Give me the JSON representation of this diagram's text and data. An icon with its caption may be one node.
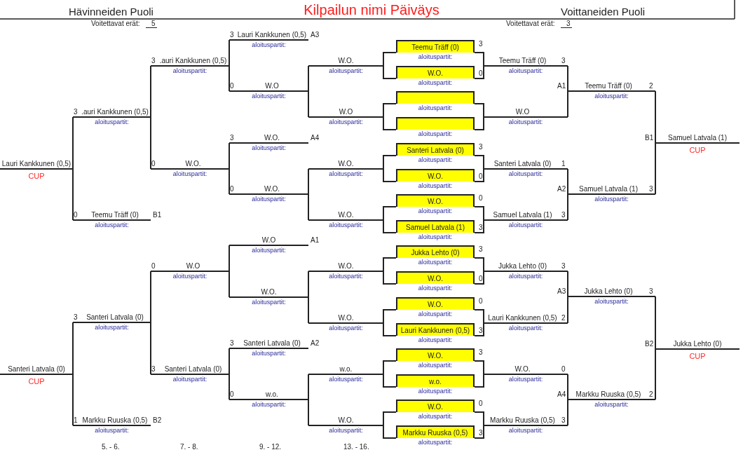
{
  "diagram": {
    "title": "Kilpailun nimi Päiväys",
    "nodes": [
      {
        "text": [
          "Lauri Kankkunen (0,5)",
          "CUP"
        ]
      },
      {
        "text": [
          "Santeri Latvala (0)",
          "CUP"
        ]
      },
      {
        "text": [
          ".auri Kankkunen (0,5)",
          "aloituspartit:"
        ],
        "beside": [
          "3"
        ]
      },
      {
        "text": [
          "Teemu Träff (0)",
          "aloituspartit:"
        ],
        "beside": [
          "0",
          "B1"
        ]
      },
      {
        "text": [
          "Santeri Latvala (0)",
          "aloituspartit:"
        ],
        "beside": [
          "3"
        ]
      },
      {
        "text": [
          "Markku Ruuska (0,5)",
          "aloituspartit:"
        ],
        "beside": [
          "1",
          "B2"
        ]
      },
      {
        "text": [
          ".auri Kankkunen (0,5)",
          "aloituspartit:"
        ],
        "beside": [
          "3"
        ]
      },
      {
        "text": [
          "W.O.",
          "aloituspartit:"
        ],
        "beside": [
          "0"
        ]
      },
      {
        "text": [
          "W.O",
          "aloituspartit:"
        ],
        "beside": [
          "0"
        ]
      },
      {
        "text": [
          "Santeri Latvala (0)",
          "aloituspartit:"
        ],
        "beside": [
          "3"
        ]
      },
      {
        "text": [
          "Lauri Kankkunen (0,5)",
          "aloituspartit:"
        ],
        "beside": [
          "3",
          "A3"
        ]
      },
      {
        "text": [
          "W.O",
          "aloituspartit:"
        ],
        "beside": [
          "0"
        ]
      },
      {
        "text": [
          "W.O.",
          "aloituspartit:"
        ],
        "beside": [
          "3",
          "A4"
        ]
      },
      {
        "text": [
          "W.O.",
          "aloituspartit:"
        ],
        "beside": [
          "0"
        ]
      },
      {
        "text": [
          "W.O",
          "aloituspartit:"
        ],
        "beside": [
          "A1"
        ]
      },
      {
        "text": [
          "W.O.",
          "aloituspartit:"
        ]
      },
      {
        "text": [
          "Santeri Latvala (0)",
          "aloituspartit:"
        ],
        "beside": [
          "3",
          "A2"
        ]
      },
      {
        "text": [
          "w.o.",
          "aloituspartit:"
        ],
        "beside": [
          "0"
        ]
      },
      {
        "text": [
          "W.O.",
          "aloituspartit:"
        ]
      },
      {
        "text": [
          "W.O",
          "aloituspartit:"
        ]
      },
      {
        "text": [
          "W.O.",
          "aloituspartit:"
        ]
      },
      {
        "text": [
          "W.O.",
          "aloituspartit:"
        ]
      },
      {
        "text": [
          "W.O.",
          "aloituspartit:"
        ]
      },
      {
        "text": [
          "W.O.",
          "aloituspartit:"
        ]
      },
      {
        "text": [
          "w.o.",
          "aloituspartit:"
        ]
      },
      {
        "text": [
          "W.O.",
          "aloituspartit:"
        ]
      },
      {
        "text": [
          "Teemu Träff (0)",
          "aloituspartit:"
        ],
        "beside": [
          "3"
        ]
      },
      {
        "text": [
          "W.O.",
          "aloituspartit:"
        ],
        "beside": [
          "0"
        ]
      },
      {
        "text": [
          "aloituspartit:"
        ]
      },
      {
        "text": [
          "aloituspartit:"
        ]
      },
      {
        "text": [
          "Santeri Latvala (0)",
          "aloituspartit:"
        ],
        "beside": [
          "3"
        ]
      },
      {
        "text": [
          "W.O.",
          "aloituspartit:"
        ],
        "beside": [
          "0"
        ]
      },
      {
        "text": [
          "W.O.",
          "aloituspartit:"
        ],
        "beside": [
          "0"
        ]
      },
      {
        "text": [
          "Samuel Latvala (1)",
          "aloituspartit:"
        ],
        "beside": [
          "3"
        ]
      },
      {
        "text": [
          "Jukka Lehto (0)",
          "aloituspartit:"
        ],
        "beside": [
          "3"
        ]
      },
      {
        "text": [
          "W.O.",
          "aloituspartit:"
        ],
        "beside": [
          "0"
        ]
      },
      {
        "text": [
          "W.O.",
          "aloituspartit:"
        ],
        "beside": [
          "0"
        ]
      },
      {
        "text": [
          "Lauri Kankkunen (0,5)",
          "aloituspartit:"
        ],
        "beside": [
          "3"
        ]
      },
      {
        "text": [
          "W.O.",
          "aloituspartit:"
        ],
        "beside": [
          "3"
        ]
      },
      {
        "text": [
          "w.o.",
          "aloituspartit:"
        ]
      },
      {
        "text": [
          "W.O.",
          "aloituspartit:"
        ],
        "beside": [
          "0"
        ]
      },
      {
        "text": [
          "Markku Ruuska (0,5)",
          "aloituspartit:"
        ],
        "beside": [
          "3"
        ]
      },
      {
        "text": [
          "Teemu Träff (0)",
          "aloituspartit:"
        ],
        "beside": [
          "3"
        ]
      },
      {
        "text": [
          "W.O",
          "aloituspartit:"
        ]
      },
      {
        "text": [
          "Santeri Latvala (0)",
          "aloituspartit:"
        ],
        "beside": [
          "1"
        ]
      },
      {
        "text": [
          "Samuel Latvala (1)",
          "aloituspartit:"
        ],
        "beside": [
          "3"
        ]
      },
      {
        "text": [
          "Jukka Lehto (0)",
          "aloituspartit:"
        ],
        "beside": [
          "3"
        ]
      },
      {
        "text": [
          "Lauri Kankkunen (0,5)",
          "aloituspartit:"
        ],
        "beside": [
          "2"
        ]
      },
      {
        "text": [
          "W.O.",
          "aloituspartit:"
        ],
        "beside": [
          "0"
        ]
      },
      {
        "text": [
          "Markku Ruuska (0,5)",
          "aloituspartit:"
        ],
        "beside": [
          "3"
        ]
      },
      {
        "text": [
          "Teemu Träff (0)",
          "aloituspartit:"
        ],
        "beside": [
          "A1",
          "2"
        ]
      },
      {
        "text": [
          "Samuel Latvala (1)",
          "aloituspartit:"
        ],
        "beside": [
          "A2",
          "3"
        ]
      },
      {
        "text": [
          "Jukka Lehto (0)",
          "aloituspartit:"
        ],
        "beside": [
          "A3",
          "3"
        ]
      },
      {
        "text": [
          "Markku Ruuska (0,5)",
          "aloituspartit:"
        ],
        "beside": [
          "A4",
          "2"
        ]
      },
      {
        "text": [
          "Samuel Latvala (1)",
          "CUP"
        ],
        "beside": [
          "B1"
        ]
      },
      {
        "text": [
          "Jukka Lehto (0)",
          "CUP"
        ],
        "beside": [
          "B2"
        ]
      }
    ],
    "edges": [
      {
        "from": 2,
        "to": 0,
        "arrow": "none"
      },
      {
        "from": 3,
        "to": 0,
        "arrow": "none"
      },
      {
        "from": 4,
        "to": 1,
        "arrow": "none"
      },
      {
        "from": 5,
        "to": 1,
        "arrow": "none"
      },
      {
        "from": 6,
        "to": 2,
        "arrow": "none"
      },
      {
        "from": 7,
        "to": 2,
        "arrow": "none"
      },
      {
        "from": 8,
        "to": 4,
        "arrow": "none"
      },
      {
        "from": 9,
        "to": 4,
        "arrow": "none"
      },
      {
        "from": 10,
        "to": 6,
        "arrow": "none"
      },
      {
        "from": 11,
        "to": 6,
        "arrow": "none"
      },
      {
        "from": 12,
        "to": 7,
        "arrow": "none"
      },
      {
        "from": 13,
        "to": 7,
        "arrow": "none"
      },
      {
        "from": 14,
        "to": 8,
        "arrow": "none"
      },
      {
        "from": 15,
        "to": 8,
        "arrow": "none"
      },
      {
        "from": 16,
        "to": 9,
        "arrow": "none"
      },
      {
        "from": 17,
        "to": 9,
        "arrow": "none"
      },
      {
        "from": 18,
        "to": 11,
        "arrow": "none"
      },
      {
        "from": 19,
        "to": 11,
        "arrow": "none"
      },
      {
        "from": 20,
        "to": 13,
        "arrow": "none"
      },
      {
        "from": 21,
        "to": 13,
        "arrow": "none"
      },
      {
        "from": 22,
        "to": 15,
        "arrow": "none"
      },
      {
        "from": 23,
        "to": 15,
        "arrow": "none"
      },
      {
        "from": 24,
        "to": 17,
        "arrow": "none"
      },
      {
        "from": 25,
        "to": 17,
        "arrow": "none"
      },
      {
        "from": 26,
        "to": 18,
        "arrow": "none"
      },
      {
        "from": 27,
        "to": 18,
        "arrow": "none"
      },
      {
        "from": 26,
        "to": 42,
        "arrow": "none"
      },
      {
        "from": 27,
        "to": 42,
        "arrow": "none"
      },
      {
        "from": 28,
        "to": 19,
        "arrow": "none"
      },
      {
        "from": 29,
        "to": 19,
        "arrow": "none"
      },
      {
        "from": 28,
        "to": 43,
        "arrow": "none"
      },
      {
        "from": 29,
        "to": 43,
        "arrow": "none"
      },
      {
        "from": 30,
        "to": 20,
        "arrow": "none"
      },
      {
        "from": 31,
        "to": 20,
        "arrow": "none"
      },
      {
        "from": 30,
        "to": 44,
        "arrow": "none"
      },
      {
        "from": 31,
        "to": 44,
        "arrow": "none"
      },
      {
        "from": 32,
        "to": 21,
        "arrow": "none"
      },
      {
        "from": 33,
        "to": 21,
        "arrow": "none"
      },
      {
        "from": 32,
        "to": 45,
        "arrow": "none"
      },
      {
        "from": 33,
        "to": 45,
        "arrow": "none"
      },
      {
        "from": 34,
        "to": 22,
        "arrow": "none"
      },
      {
        "from": 35,
        "to": 22,
        "arrow": "none"
      },
      {
        "from": 34,
        "to": 46,
        "arrow": "none"
      },
      {
        "from": 35,
        "to": 46,
        "arrow": "none"
      },
      {
        "from": 36,
        "to": 23,
        "arrow": "none"
      },
      {
        "from": 37,
        "to": 23,
        "arrow": "none"
      },
      {
        "from": 36,
        "to": 47,
        "arrow": "none"
      },
      {
        "from": 37,
        "to": 47,
        "arrow": "none"
      },
      {
        "from": 38,
        "to": 24,
        "arrow": "none"
      },
      {
        "from": 39,
        "to": 24,
        "arrow": "none"
      },
      {
        "from": 38,
        "to": 48,
        "arrow": "none"
      },
      {
        "from": 39,
        "to": 48,
        "arrow": "none"
      },
      {
        "from": 40,
        "to": 25,
        "arrow": "none"
      },
      {
        "from": 41,
        "to": 25,
        "arrow": "none"
      },
      {
        "from": 40,
        "to": 49,
        "arrow": "none"
      },
      {
        "from": 41,
        "to": 49,
        "arrow": "none"
      },
      {
        "from": 42,
        "to": 50,
        "arrow": "none"
      },
      {
        "from": 43,
        "to": 50,
        "arrow": "none"
      },
      {
        "from": 44,
        "to": 51,
        "arrow": "none"
      },
      {
        "from": 45,
        "to": 51,
        "arrow": "none"
      },
      {
        "from": 46,
        "to": 52,
        "arrow": "none"
      },
      {
        "from": 47,
        "to": 52,
        "arrow": "none"
      },
      {
        "from": 48,
        "to": 53,
        "arrow": "none"
      },
      {
        "from": 49,
        "to": 53,
        "arrow": "none"
      },
      {
        "from": 50,
        "to": 54,
        "arrow": "none"
      },
      {
        "from": 51,
        "to": 54,
        "arrow": "none"
      },
      {
        "from": 52,
        "to": 55,
        "arrow": "none"
      },
      {
        "from": 53,
        "to": 55,
        "arrow": "none"
      }
    ],
    "labels": [
      "Hävinneiden Puoli",
      "Voitettavat erät:",
      "5",
      "Voittaneiden Puoli",
      "Voitettavat erät:",
      "3",
      "5. - 6.",
      "7. - 8.",
      "9. - 12.",
      "13. - 16."
    ]
  }
}
